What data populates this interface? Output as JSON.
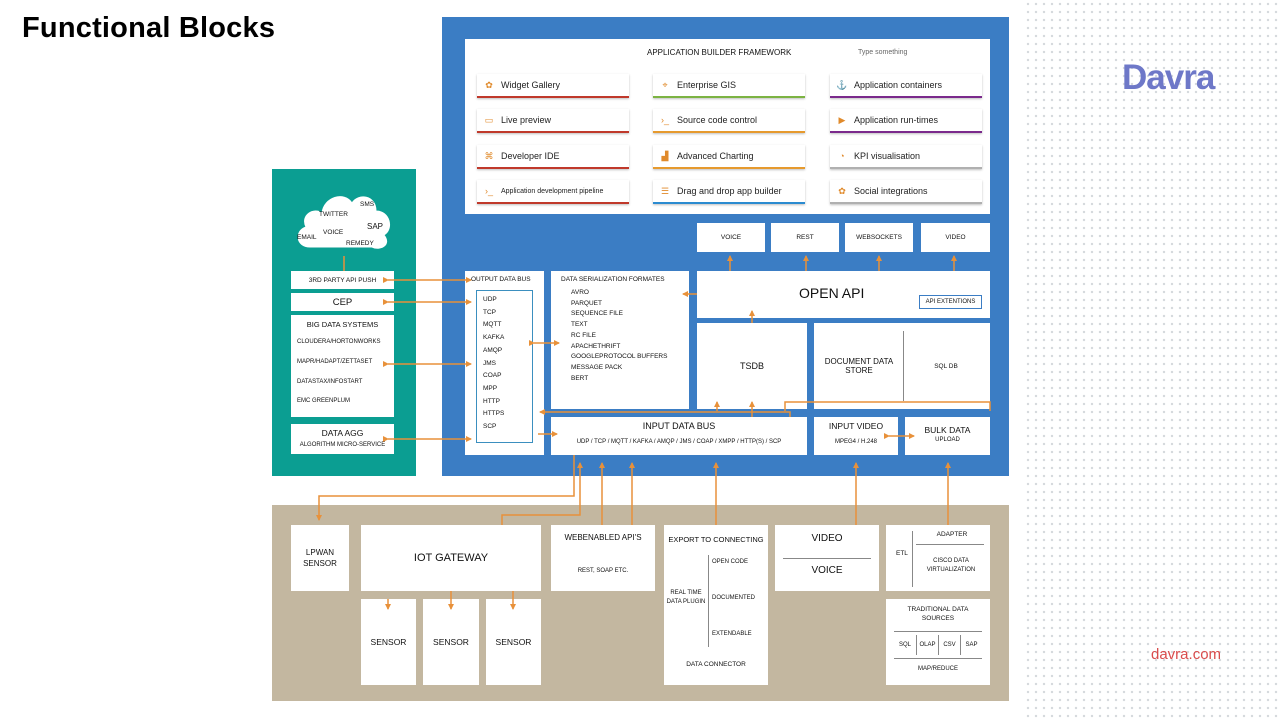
{
  "title": "Functional Blocks",
  "logo": "Davra",
  "website": "davra.com",
  "colors": {
    "blue": "#3b7dc4",
    "teal": "#0b9e92",
    "tan": "#c3b7a0",
    "orange": "#e8913a"
  },
  "framework": {
    "title": "APPLICATION BUILDER FRAMEWORK",
    "placeholder": "Type something",
    "items": [
      {
        "label": "Widget Gallery",
        "icon": "people-icon",
        "color": "#c0392b"
      },
      {
        "label": "Enterprise GIS",
        "icon": "pin-icon",
        "color": "#7cb342"
      },
      {
        "label": "Application containers",
        "icon": "ship-icon",
        "color": "#7b2a8c"
      },
      {
        "label": "Live preview",
        "icon": "window-icon",
        "color": "#c0392b"
      },
      {
        "label": "Source code control",
        "icon": "terminal-icon",
        "color": "#e69a2e"
      },
      {
        "label": "Application run-times",
        "icon": "play-icon",
        "color": "#7b2a8c"
      },
      {
        "label": "Developer IDE",
        "icon": "code-icon",
        "color": "#c0392b"
      },
      {
        "label": "Advanced Charting",
        "icon": "chart-icon",
        "color": "#e69a2e"
      },
      {
        "label": "KPI visualisation",
        "icon": "gauge-icon",
        "color": "#b0b0b0"
      },
      {
        "label": "Application development pipeline",
        "icon": "terminal-icon",
        "color": "#c0392b"
      },
      {
        "label": "Drag and drop app builder",
        "icon": "drag-icon",
        "color": "#2b8bd0"
      },
      {
        "label": "Social integrations",
        "icon": "people-icon",
        "color": "#b0b0b0"
      }
    ]
  },
  "api_outputs": [
    "VOICE",
    "REST",
    "WEBSOCKETS",
    "VIDEO"
  ],
  "open_api": {
    "title": "OPEN API",
    "ext": "API EXTENTIONS"
  },
  "output_bus": {
    "title": "OUTPUT DATA BUS",
    "protocols": [
      "UDP",
      "TCP",
      "MQTT",
      "KAFKA",
      "AMQP",
      "JMS",
      "COAP",
      "MPP",
      "HTTP",
      "HTTPS",
      "SCP"
    ]
  },
  "serialization": {
    "title": "DATA SERIALIZATION FORMATES",
    "formats": [
      "AVRO",
      "PARQUET",
      "SEQUENCE FILE",
      "TEXT",
      "RC FILE",
      "APACHETHRIFT",
      "GOOGLEPROTOCOL BUFFERS",
      "MESSAGE PACK",
      "BERT"
    ]
  },
  "tsdb": "TSDB",
  "doc_store": "DOCUMENT DATA STORE",
  "sql_db": "SQL DB",
  "input_bus": {
    "title": "INPUT DATA BUS",
    "protocols": "UDP / TCP / MQTT / KAFKA / AMQP / JMS / COAP / XMPP / HTTP(S) / SCP"
  },
  "input_video": {
    "title": "INPUT VIDEO",
    "codecs": "MPEG4 / H.248"
  },
  "bulk": {
    "title": "BULK DATA",
    "sub": "UPLOAD"
  },
  "cloud": [
    "TWITTER",
    "SMS",
    "VOICE",
    "SAP",
    "EMAIL",
    "REMEDY"
  ],
  "left": {
    "api_push": "3RD PARTY API PUSH",
    "cep": "CEP",
    "bigdata": {
      "title": "BIG DATA SYSTEMS",
      "items": [
        "CLOUDERA/HORTONWORKS",
        "MAPR/HADAPT/ZETTASET",
        "DATASTAX/INFOSTART",
        "EMC GREENPLUM"
      ]
    },
    "agg": {
      "title": "DATA AGG",
      "sub": "ALGORITHM MICRO-SERVICE"
    }
  },
  "bottom": {
    "lpwan": "LPWAN SENSOR",
    "gateway": "IOT GATEWAY",
    "sensors": [
      "SENSOR",
      "SENSOR",
      "SENSOR"
    ],
    "web": {
      "title": "WEBENABLED API'S",
      "sub": "REST, SOAP ETC."
    },
    "export": {
      "title": "EXPORT TO CONNECTING",
      "plugin": "REAL TIME DATA PLUGIN",
      "items": [
        "OPEN CODE",
        "DOCUMENTED",
        "EXTENDABLE"
      ],
      "footer": "DATA CONNECTOR"
    },
    "video": "VIDEO",
    "voice": "VOICE",
    "etl": "ETL",
    "adapter": "ADAPTER",
    "cisco": "CISCO DATA VIRTUALIZATION",
    "traditional": {
      "title": "TRADITIONAL DATA SOURCES",
      "items": [
        "SQL",
        "OLAP",
        "CSV",
        "SAP"
      ],
      "footer": "MAP/REDUCE"
    }
  }
}
